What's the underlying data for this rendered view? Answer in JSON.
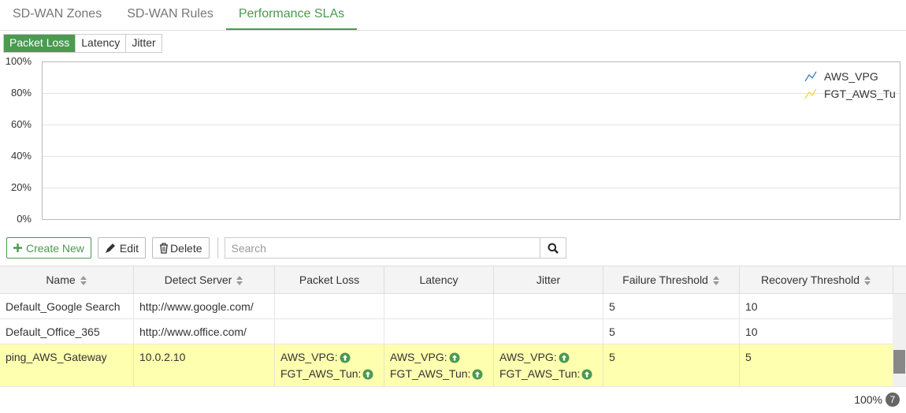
{
  "top_tabs": [
    {
      "label": "SD-WAN Zones"
    },
    {
      "label": "SD-WAN Rules"
    },
    {
      "label": "Performance SLAs"
    }
  ],
  "chart_tabs": [
    {
      "label": "Packet Loss"
    },
    {
      "label": "Latency"
    },
    {
      "label": "Jitter"
    }
  ],
  "chart_data": {
    "type": "line",
    "ytick_labels": [
      "100%",
      "80%",
      "60%",
      "40%",
      "20%",
      "0%"
    ],
    "ylim": [
      0,
      100
    ],
    "grid": true,
    "legend_placement": "top-right",
    "series": [
      {
        "name": "AWS_VPG",
        "color": "#3b7fc4",
        "values": []
      },
      {
        "name": "FGT_AWS_Tu",
        "color": "#f5d742",
        "values": []
      }
    ]
  },
  "toolbar": {
    "create_label": "Create New",
    "edit_label": "Edit",
    "delete_label": "Delete",
    "search_placeholder": "Search"
  },
  "table": {
    "headers": {
      "name": "Name",
      "detect_server": "Detect Server",
      "packet_loss": "Packet Loss",
      "latency": "Latency",
      "jitter": "Jitter",
      "failure_threshold": "Failure Threshold",
      "recovery_threshold": "Recovery Threshold"
    },
    "rows": [
      {
        "name": "Default_Google Search",
        "detect_server": "http://www.google.com/",
        "failure": "5",
        "recovery": "10"
      },
      {
        "name": "Default_Office_365",
        "detect_server": "http://www.office.com/",
        "failure": "5",
        "recovery": "10"
      },
      {
        "name": "ping_AWS_Gateway",
        "detect_server": "10.0.2.10",
        "failure": "5",
        "recovery": "5",
        "status_line1": "AWS_VPG:",
        "status_line2": "FGT_AWS_Tun:"
      }
    ]
  },
  "footer": {
    "zoom": "100%",
    "count": "7"
  },
  "colors": {
    "accent": "#4a9a50",
    "highlight_row": "#ffffb0",
    "status_up": "#4a9a50"
  }
}
